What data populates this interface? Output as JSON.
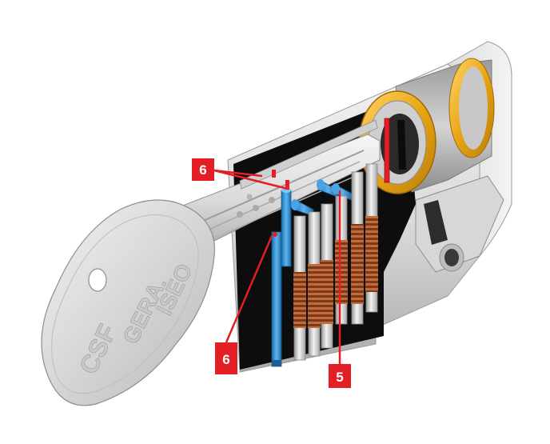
{
  "key": {
    "engravings": [
      "CSF",
      "GERA.",
      "ISEO"
    ]
  },
  "callouts": [
    {
      "id": "callout-6-top",
      "label": "6"
    },
    {
      "id": "callout-6-bottom",
      "label": "6"
    },
    {
      "id": "callout-5",
      "label": "5"
    }
  ],
  "colors": {
    "callout_box": "#e31e24",
    "leader_line": "#e31e24",
    "metal_light": "#e8e8e8",
    "metal_mid": "#bdbdbd",
    "metal_dark": "#8a8a8a",
    "brass_ring": "#f0b323",
    "pin_blue": "#2f8fd8",
    "spring_copper": "#a5522a",
    "cutaway_black": "#0d0d0d"
  }
}
